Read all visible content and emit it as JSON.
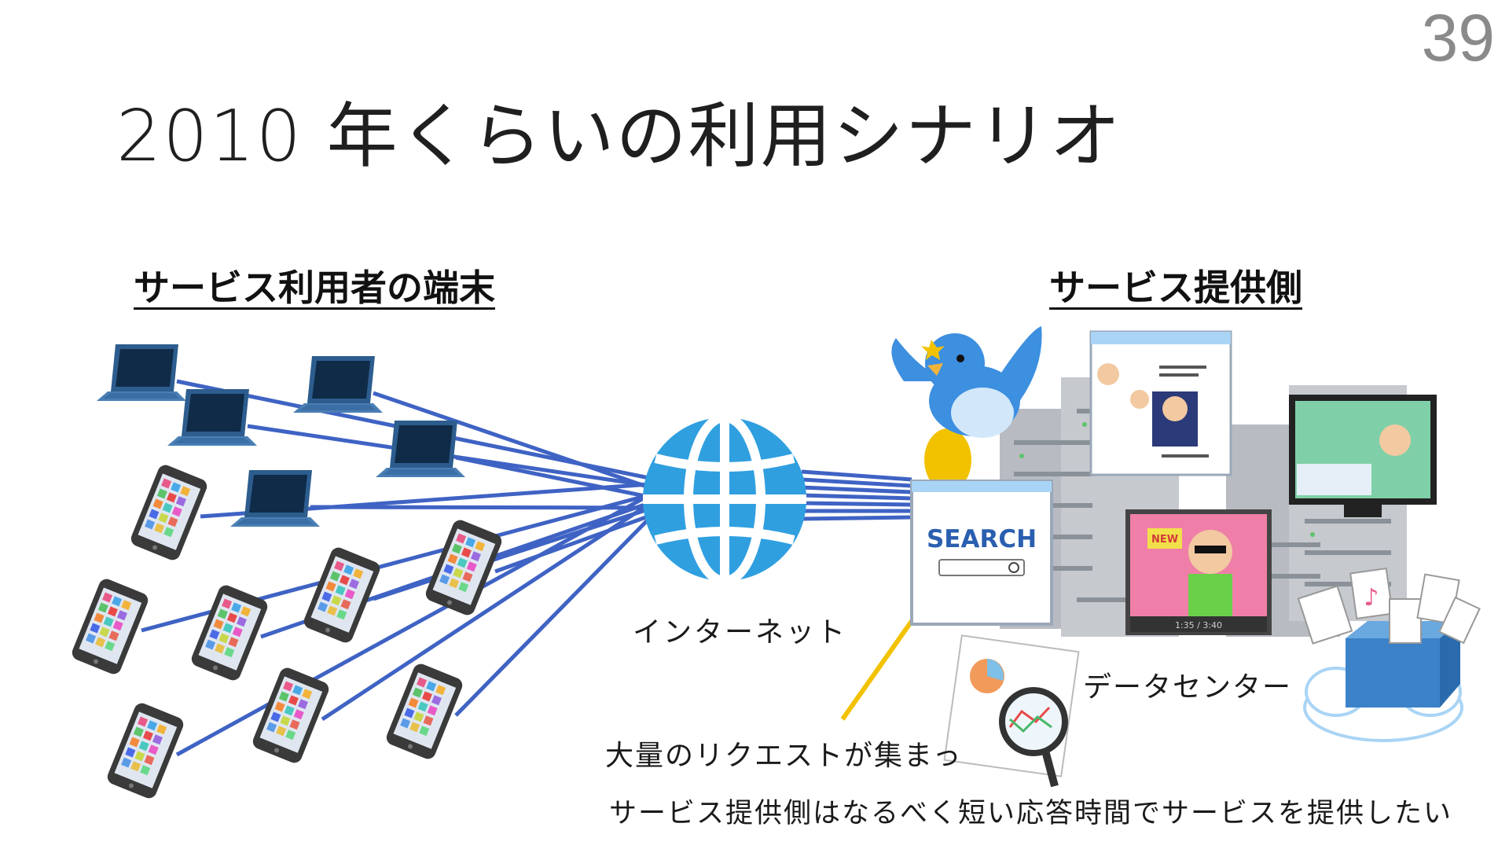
{
  "page_number": "39",
  "title": "2010 年くらいの利用シナリオ",
  "headings": {
    "users": "サービス利用者の端末",
    "provider": "サービス提供側"
  },
  "labels": {
    "internet": "インターネット",
    "datacenter": "データセンター",
    "requests": "大量のリクエストが集まっ",
    "goal": "サービス提供側はなるべく短い応答時間でサービスを提供したい"
  },
  "search_window": {
    "logo": "SEARCH"
  },
  "video_window": {
    "badge": "NEW",
    "time": "1:35 / 3:40"
  },
  "colors": {
    "line": "#3f63c4",
    "globe": "#2f9fe0",
    "laptop": "#2d5d8e",
    "server": "#b8bcc2",
    "cloud_box": "#3b82c8",
    "request_line": "#f2c200"
  },
  "icons": {
    "laptop": "laptop-icon",
    "smartphone": "smartphone-icon",
    "globe": "globe-icon",
    "bird": "bird-icon",
    "server": "server-rack-icon",
    "cloud": "cloud-storage-icon",
    "magnifier": "magnifier-icon"
  }
}
